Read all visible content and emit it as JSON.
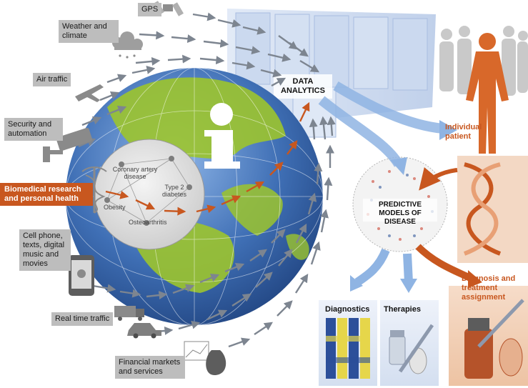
{
  "sources": {
    "gps": "GPS",
    "weather": "Weather and climate",
    "air_traffic": "Air traffic",
    "security": "Security and automation",
    "biomedical": "Biomedical research and personal health",
    "cellphone": "Cell phone, texts, digital music and movies",
    "realtime_traffic": "Real time traffic",
    "financial": "Financial markets and services"
  },
  "globe": {
    "info_symbol": "i",
    "diseases": [
      "Coronary artery disease",
      "Type 2 diabetes",
      "Obesity",
      "Osteoarthritis"
    ]
  },
  "hub": {
    "analytics": "DATA ANALYTICS"
  },
  "models": {
    "predictive": "PREDICTIVE MODELS OF DISEASE"
  },
  "outputs": {
    "individual_patient": "Individual patient",
    "diagnostics": "Diagnostics",
    "therapies": "Therapies",
    "diagnosis_treatment": "Diagnosis and treatment assignment"
  },
  "icons": [
    "gps-satellite-icon",
    "cloud-rain-icon",
    "airplane-icon",
    "security-camera-icon",
    "caduceus-icon",
    "smartphone-icon",
    "truck-icon",
    "car-icon",
    "money-bag-icon",
    "server-rack-icon",
    "human-figure-icon",
    "dna-helix-icon",
    "pill-bottle-icon",
    "syringe-icon"
  ],
  "colors": {
    "accent_orange": "#c8571f",
    "globe_blue": "#3f6fb5",
    "land_green": "#9cc42d",
    "label_gray": "#bdbdbd",
    "flow_blue": "#8fb4e3",
    "arrow_gray": "#7d8590"
  }
}
